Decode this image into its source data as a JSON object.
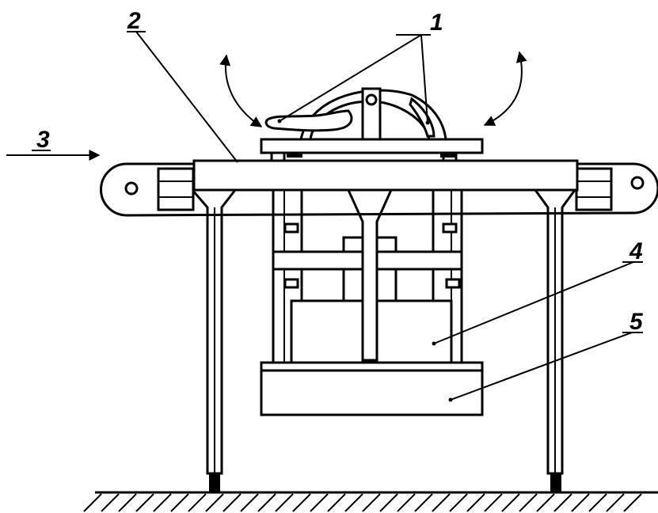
{
  "labels": {
    "l1": "1",
    "l2": "2",
    "l3": "3",
    "l4": "4",
    "l5": "5"
  },
  "colors": {
    "ink": "#000000",
    "paper": "#ffffff"
  }
}
